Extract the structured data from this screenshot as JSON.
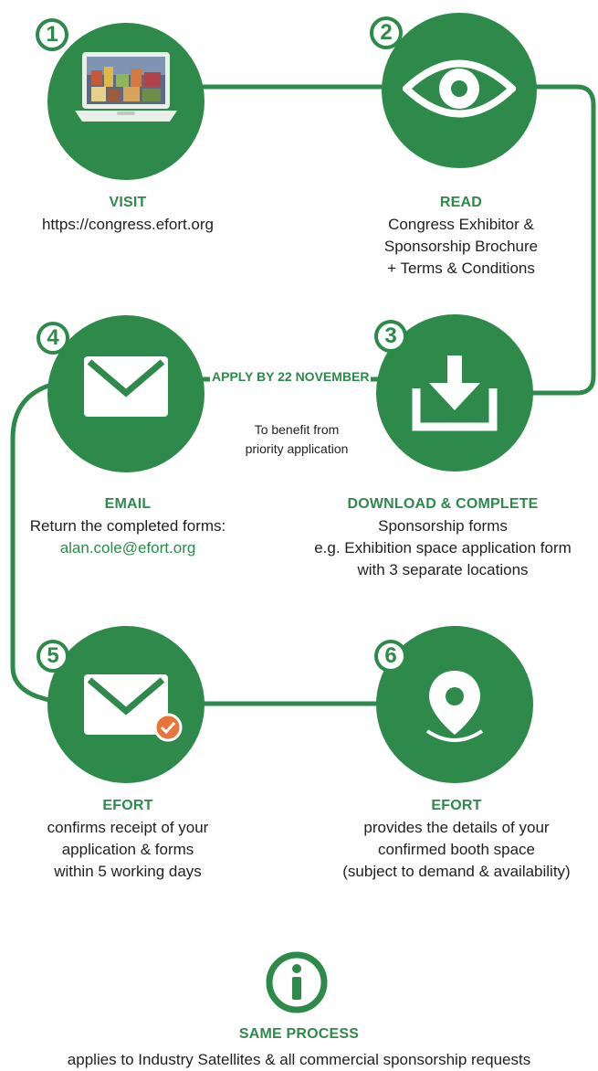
{
  "colors": {
    "green": "#2d8a4a",
    "check": "#e8743b"
  },
  "steps": [
    {
      "num": "1",
      "icon": "laptop-icon",
      "title": "VISIT",
      "lines": [
        "https://congress.efort.org"
      ]
    },
    {
      "num": "2",
      "icon": "eye-icon",
      "title": "READ",
      "lines": [
        "Congress Exhibitor &",
        "Sponsorship Brochure",
        "+ Terms & Conditions"
      ]
    },
    {
      "num": "3",
      "icon": "download-icon",
      "title": "DOWNLOAD & COMPLETE",
      "lines": [
        "Sponsorship forms",
        "e.g. Exhibition space application form",
        "with 3 separate locations"
      ]
    },
    {
      "num": "4",
      "icon": "envelope-icon",
      "title": "EMAIL",
      "lines": [
        "Return the completed forms:"
      ],
      "email": "alan.cole@efort.org"
    },
    {
      "num": "5",
      "icon": "envelope-check-icon",
      "title": "EFORT",
      "lines": [
        "confirms receipt of your",
        "application & forms",
        "within 5 working days"
      ]
    },
    {
      "num": "6",
      "icon": "location-pin-icon",
      "title": "EFORT",
      "lines": [
        "provides the details of your",
        "confirmed booth space",
        "(subject to demand & availability)"
      ]
    }
  ],
  "apply_banner": "APPLY BY 22 NOVEMBER",
  "priority_note": [
    "To benefit from",
    "priority application"
  ],
  "same_process": {
    "icon": "info-icon",
    "title": "SAME PROCESS",
    "text": "applies to Industry Satellites & all commercial sponsorship requests"
  }
}
